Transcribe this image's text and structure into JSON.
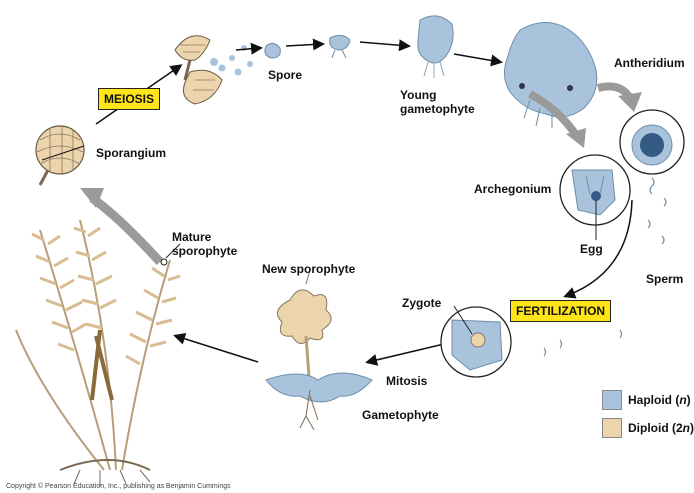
{
  "labels": {
    "spore": "Spore",
    "young_gametophyte_line1": "Young",
    "young_gametophyte_line2": "gametophyte",
    "antheridium": "Antheridium",
    "archegonium": "Archegonium",
    "egg": "Egg",
    "sperm": "Sperm",
    "zygote": "Zygote",
    "new_sporophyte": "New sporophyte",
    "mitosis": "Mitosis",
    "gametophyte": "Gametophyte",
    "mature_sporophyte_line1": "Mature",
    "mature_sporophyte_line2": "sporophyte",
    "sporangium": "Sporangium"
  },
  "tags": {
    "meiosis": "MEIOSIS",
    "fertilization": "FERTILIZATION"
  },
  "legend": {
    "haploid_prefix": "Haploid (",
    "haploid_symbol": "n",
    "haploid_suffix": ")",
    "diploid_prefix": "Diploid (2",
    "diploid_symbol": "n",
    "diploid_suffix": ")",
    "haploid_color": "#a9c3dc",
    "diploid_color": "#ecd4ad"
  },
  "copyright": "Copyright © Pearson Education, Inc., publishing as Benjamin Cummings"
}
